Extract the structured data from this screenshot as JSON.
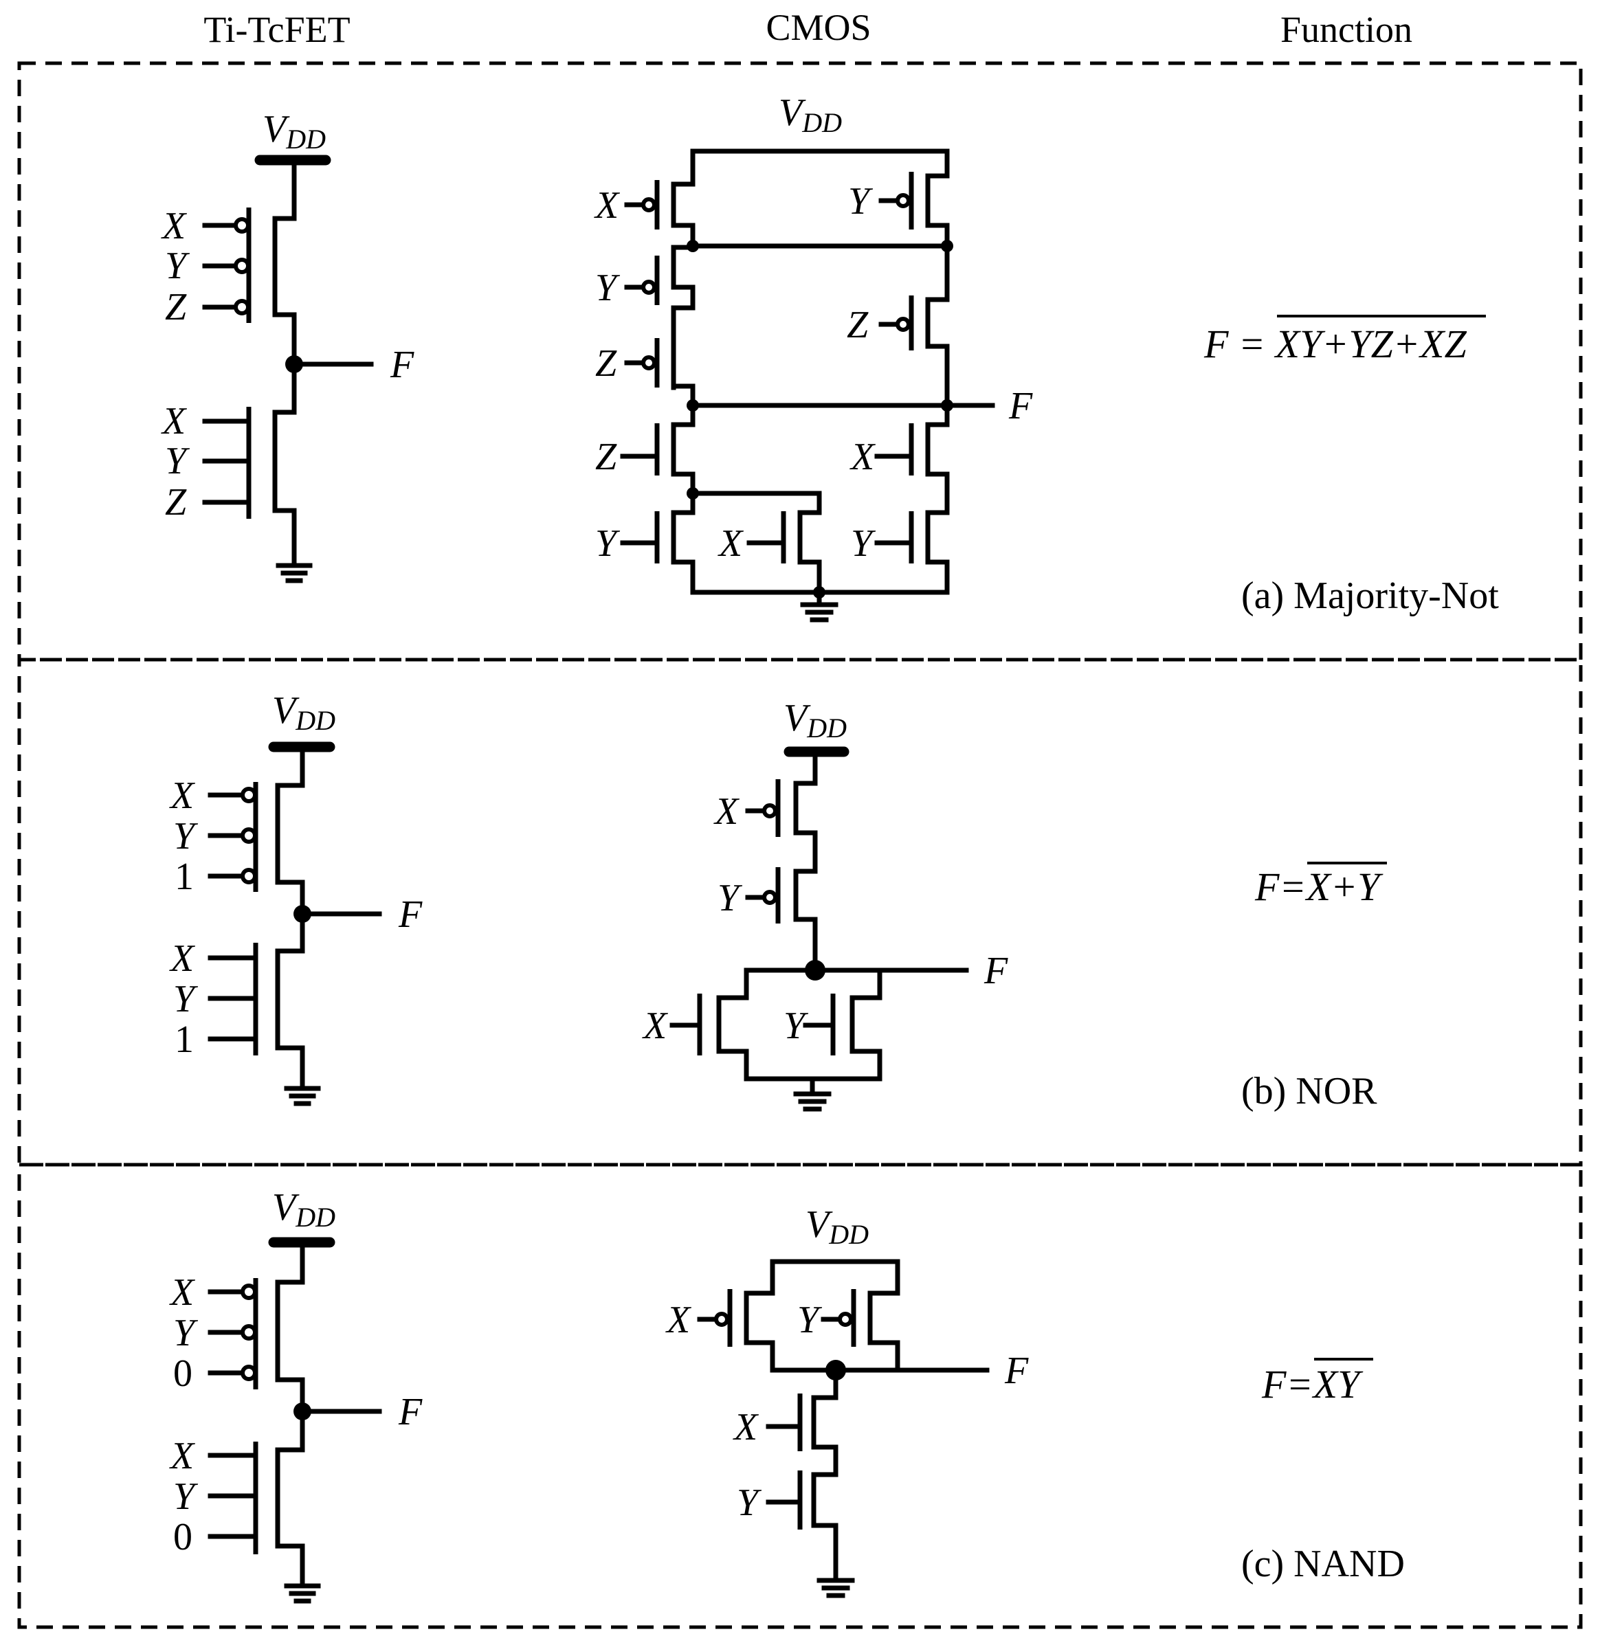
{
  "headers": {
    "col1": "Ti-TcFET",
    "col2": "CMOS",
    "col3": "Function"
  },
  "labels": {
    "vdd_main": "V",
    "vdd_sub": "DD",
    "output": "F",
    "x": "X",
    "y": "Y",
    "z": "Z",
    "one": "1",
    "zero": "0"
  },
  "functions": {
    "a_lhs": "F = ",
    "a_rhs": "XY+YZ+XZ",
    "b_lhs": "F=",
    "b_rhs": "X+Y",
    "c_lhs": "F=",
    "c_rhs": "XY"
  },
  "captions": {
    "a": "(a) Majority-Not",
    "b": "(b) NOR",
    "c": "(c) NAND"
  },
  "panels": [
    {
      "id": "a",
      "tcfet_inputs_p": [
        "X",
        "Y",
        "Z"
      ],
      "tcfet_inputs_n": [
        "X",
        "Y",
        "Z"
      ]
    },
    {
      "id": "b",
      "tcfet_inputs_p": [
        "X",
        "Y",
        "1"
      ],
      "tcfet_inputs_n": [
        "X",
        "Y",
        "1"
      ]
    },
    {
      "id": "c",
      "tcfet_inputs_p": [
        "X",
        "Y",
        "0"
      ],
      "tcfet_inputs_n": [
        "X",
        "Y",
        "0"
      ]
    }
  ]
}
